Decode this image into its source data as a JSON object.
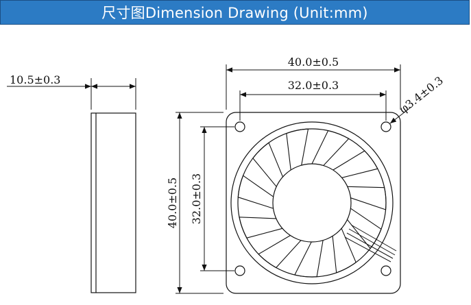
{
  "header": {
    "title": "尺寸图Dimension Drawing (Unit:mm)",
    "background_color": "#2c7bc4",
    "text_color": "#ffffff"
  },
  "dimensions": {
    "thickness": "10.5±0.3",
    "overall_width": "40.0±0.5",
    "hole_pitch_width": "32.0±0.3",
    "overall_height": "40.0±0.5",
    "hole_pitch_height": "32.0±0.3",
    "hole_diameter": "φ3.4±0.3"
  },
  "line_color": "#111111"
}
